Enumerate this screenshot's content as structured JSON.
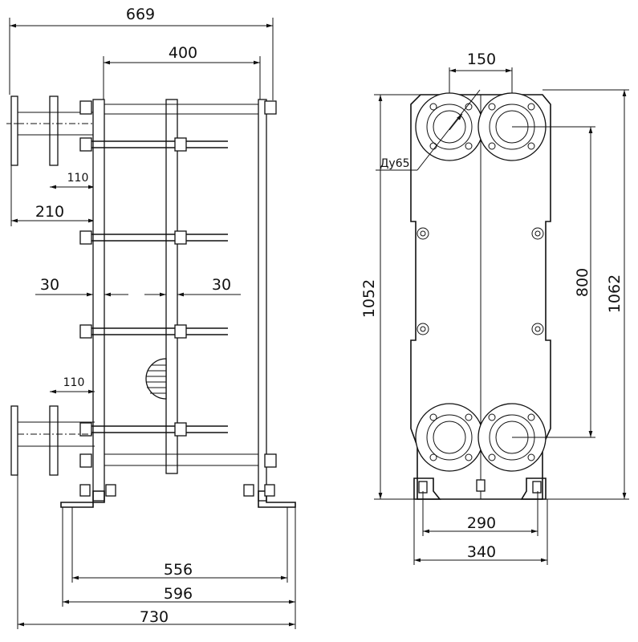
{
  "side_view": {
    "dims": {
      "overall_top": "669",
      "frame_width": "400",
      "nozzle_top": "110",
      "nozzle_offset": "210",
      "gap_left": "30",
      "gap_right": "30",
      "nozzle_bottom": "110",
      "base_inner": "556",
      "base_mid": "596",
      "overall_bottom": "730"
    }
  },
  "front_view": {
    "dims": {
      "port_spacing_h": "150",
      "nominal_diameter": "Ду65",
      "height_left": "1052",
      "port_spacing_v": "800",
      "height_right": "1062",
      "foot_spacing": "290",
      "base_width": "340"
    }
  }
}
